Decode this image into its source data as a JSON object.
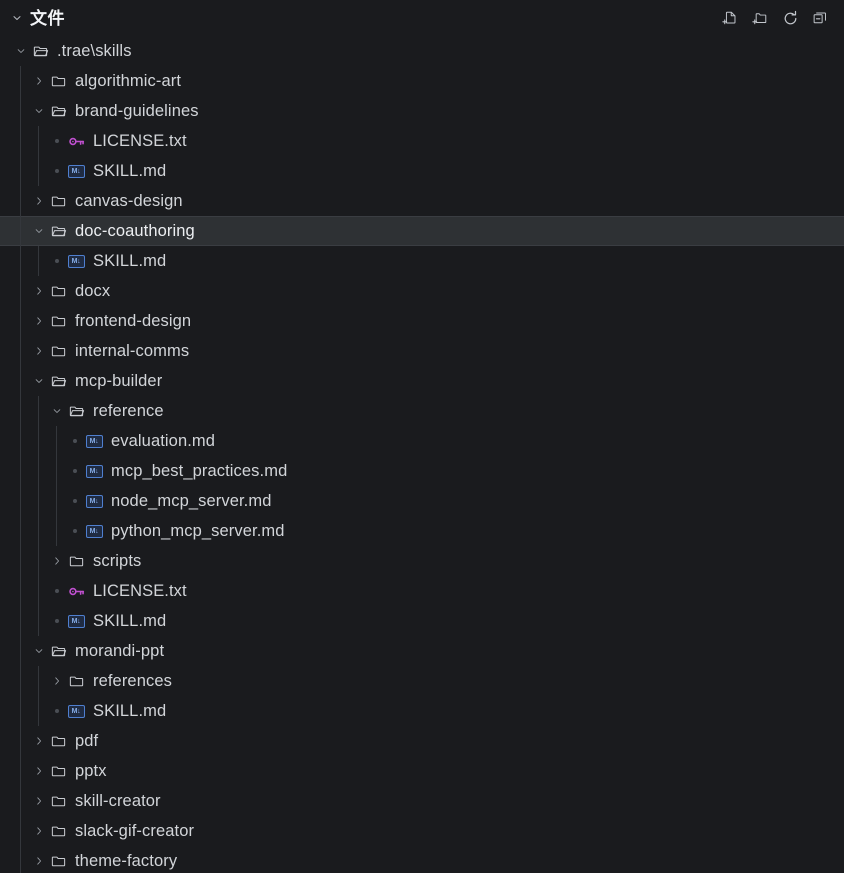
{
  "header": {
    "title": "文件",
    "chevron_icon": "chevron-down-icon",
    "actions": [
      {
        "name": "new-file-button",
        "icon": "new-file-icon",
        "title": "New File"
      },
      {
        "name": "new-folder-button",
        "icon": "new-folder-icon",
        "title": "New Folder"
      },
      {
        "name": "refresh-button",
        "icon": "refresh-icon",
        "title": "Refresh Explorer"
      },
      {
        "name": "collapse-all-button",
        "icon": "collapse-all-icon",
        "title": "Collapse Folders in Explorer"
      }
    ]
  },
  "colors": {
    "background": "#1a1b1e",
    "selected_row": "#2e3134",
    "text": "#d2d5d9",
    "header_text": "#f2f4f7",
    "guide_line": "#34373c",
    "markdown_icon": "#4f7fd0",
    "key_icon": "#c050d0"
  },
  "tree": {
    "rows": [
      {
        "label": ".trae\\skills",
        "depth": 0,
        "type": "folder",
        "state": "expanded",
        "icon": "folder-open-icon",
        "selected": false
      },
      {
        "label": "algorithmic-art",
        "depth": 1,
        "type": "folder",
        "state": "collapsed",
        "icon": "folder-icon",
        "selected": false
      },
      {
        "label": "brand-guidelines",
        "depth": 1,
        "type": "folder",
        "state": "expanded",
        "icon": "folder-open-icon",
        "selected": false
      },
      {
        "label": "LICENSE.txt",
        "depth": 2,
        "type": "file",
        "state": "leaf",
        "icon": "key-icon",
        "selected": false
      },
      {
        "label": "SKILL.md",
        "depth": 2,
        "type": "file",
        "state": "leaf",
        "icon": "markdown-icon",
        "selected": false
      },
      {
        "label": "canvas-design",
        "depth": 1,
        "type": "folder",
        "state": "collapsed",
        "icon": "folder-icon",
        "selected": false
      },
      {
        "label": "doc-coauthoring",
        "depth": 1,
        "type": "folder",
        "state": "expanded",
        "icon": "folder-open-icon",
        "selected": true
      },
      {
        "label": "SKILL.md",
        "depth": 2,
        "type": "file",
        "state": "leaf",
        "icon": "markdown-icon",
        "selected": false
      },
      {
        "label": "docx",
        "depth": 1,
        "type": "folder",
        "state": "collapsed",
        "icon": "folder-icon",
        "selected": false
      },
      {
        "label": "frontend-design",
        "depth": 1,
        "type": "folder",
        "state": "collapsed",
        "icon": "folder-icon",
        "selected": false
      },
      {
        "label": "internal-comms",
        "depth": 1,
        "type": "folder",
        "state": "collapsed",
        "icon": "folder-icon",
        "selected": false
      },
      {
        "label": "mcp-builder",
        "depth": 1,
        "type": "folder",
        "state": "expanded",
        "icon": "folder-open-icon",
        "selected": false
      },
      {
        "label": "reference",
        "depth": 2,
        "type": "folder",
        "state": "expanded",
        "icon": "folder-open-icon",
        "selected": false
      },
      {
        "label": "evaluation.md",
        "depth": 3,
        "type": "file",
        "state": "leaf",
        "icon": "markdown-icon",
        "selected": false
      },
      {
        "label": "mcp_best_practices.md",
        "depth": 3,
        "type": "file",
        "state": "leaf",
        "icon": "markdown-icon",
        "selected": false
      },
      {
        "label": "node_mcp_server.md",
        "depth": 3,
        "type": "file",
        "state": "leaf",
        "icon": "markdown-icon",
        "selected": false
      },
      {
        "label": "python_mcp_server.md",
        "depth": 3,
        "type": "file",
        "state": "leaf",
        "icon": "markdown-icon",
        "selected": false
      },
      {
        "label": "scripts",
        "depth": 2,
        "type": "folder",
        "state": "collapsed",
        "icon": "folder-icon",
        "selected": false
      },
      {
        "label": "LICENSE.txt",
        "depth": 2,
        "type": "file",
        "state": "leaf",
        "icon": "key-icon",
        "selected": false
      },
      {
        "label": "SKILL.md",
        "depth": 2,
        "type": "file",
        "state": "leaf",
        "icon": "markdown-icon",
        "selected": false
      },
      {
        "label": "morandi-ppt",
        "depth": 1,
        "type": "folder",
        "state": "expanded",
        "icon": "folder-open-icon",
        "selected": false
      },
      {
        "label": "references",
        "depth": 2,
        "type": "folder",
        "state": "collapsed",
        "icon": "folder-icon",
        "selected": false
      },
      {
        "label": "SKILL.md",
        "depth": 2,
        "type": "file",
        "state": "leaf",
        "icon": "markdown-icon",
        "selected": false
      },
      {
        "label": "pdf",
        "depth": 1,
        "type": "folder",
        "state": "collapsed",
        "icon": "folder-icon",
        "selected": false
      },
      {
        "label": "pptx",
        "depth": 1,
        "type": "folder",
        "state": "collapsed",
        "icon": "folder-icon",
        "selected": false
      },
      {
        "label": "skill-creator",
        "depth": 1,
        "type": "folder",
        "state": "collapsed",
        "icon": "folder-icon",
        "selected": false
      },
      {
        "label": "slack-gif-creator",
        "depth": 1,
        "type": "folder",
        "state": "collapsed",
        "icon": "folder-icon",
        "selected": false
      },
      {
        "label": "theme-factory",
        "depth": 1,
        "type": "folder",
        "state": "collapsed",
        "icon": "folder-icon",
        "selected": false
      }
    ]
  }
}
